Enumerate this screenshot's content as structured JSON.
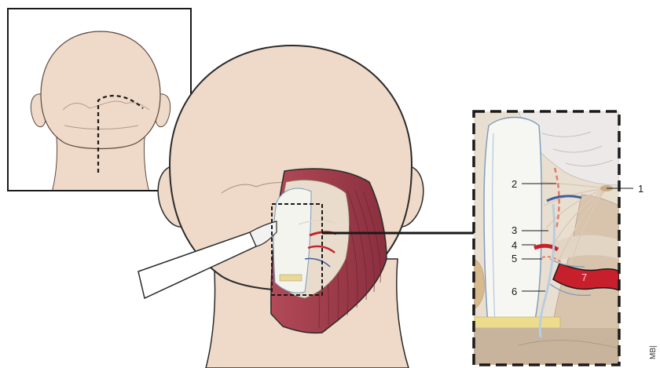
{
  "diagram": {
    "inset_view": {
      "incision_line": "dashed"
    },
    "main_view": {
      "instrument": "retractor",
      "magnified_region": "dashed-box"
    },
    "zoom_view": {
      "labels": [
        "1",
        "2",
        "3",
        "4",
        "5",
        "6",
        "7"
      ]
    },
    "credit": "MB|"
  },
  "colors": {
    "skin": "#efd9c8",
    "skin_outline": "#2a2a2a",
    "muscle": "#9e3b4a",
    "muscle_dark": "#7c2735",
    "bone": "#f4f4ef",
    "vessel_red": "#c7202c",
    "vessel_blue": "#3d5f9a",
    "nerve": "#e4d6c6",
    "background": "#ffffff"
  }
}
